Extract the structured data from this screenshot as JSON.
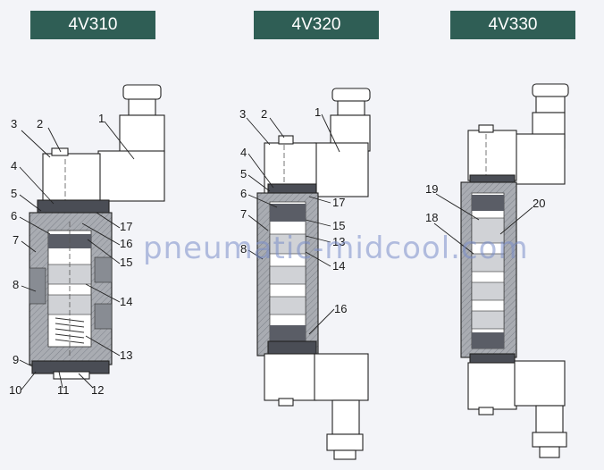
{
  "models": [
    "4V310",
    "4V320",
    "4V330"
  ],
  "watermark": "pneumatic-midcool.com",
  "colors": {
    "tab": "#2f5e55",
    "body": "#a9acb2",
    "dark": "#4a4d55",
    "coil": "#ffffff",
    "background": "#f3f4f8"
  },
  "labels_a": [
    "1",
    "2",
    "3",
    "4",
    "5",
    "6",
    "7",
    "8",
    "9",
    "10",
    "11",
    "12",
    "13",
    "14",
    "15",
    "16",
    "17"
  ],
  "labels_b": [
    "1",
    "2",
    "3",
    "4",
    "5",
    "6",
    "7",
    "8",
    "13",
    "14",
    "15",
    "16",
    "17"
  ],
  "labels_c": [
    "18",
    "19",
    "20"
  ]
}
